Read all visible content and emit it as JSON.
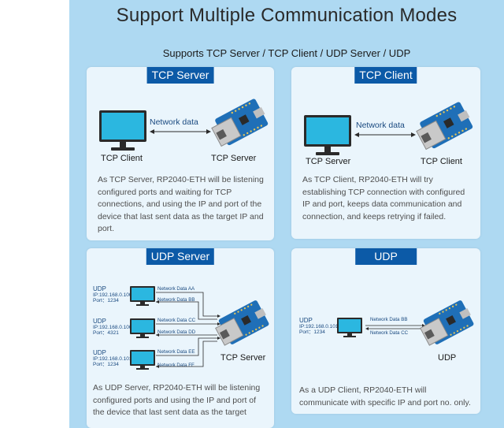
{
  "header": {
    "title": "Support Multiple Communication Modes",
    "subtitle": "Supports TCP Server / TCP Client / UDP Server / UDP"
  },
  "tcp_server": {
    "title": "TCP Server",
    "left_label": "TCP Client",
    "right_label": "TCP Server",
    "link_label": "Network data",
    "description": "As TCP Server, RP2040-ETH will be listening configured ports and waiting for TCP connections, and using the IP and port of the device that last sent data as the target IP and port."
  },
  "tcp_client": {
    "title": "TCP Client",
    "left_label": "TCP Server",
    "right_label": "TCP Client",
    "link_label": "Network data",
    "description": "As TCP Client, RP2040-ETH will try establishing TCP connection with configured IP and port, keeps data communication and connection, and keeps retrying if failed."
  },
  "udp_server": {
    "title": "UDP Server",
    "right_label": "TCP Server",
    "clients": [
      {
        "name": "UDP",
        "ip": "IP:192.168.0.100",
        "port": "Port：1234",
        "out": "Network Data AA",
        "in": "Network Data BB"
      },
      {
        "name": "UDP",
        "ip": "IP:192.168.0.100",
        "port": "Port：4321",
        "out": "Network Data CC",
        "in": "Network Data DD"
      },
      {
        "name": "UDP",
        "ip": "IP:192.168.0.101",
        "port": "Port：1234",
        "out": "Network Data EE",
        "in": "Network Data FF"
      }
    ],
    "description": "As UDP Server, RP2040-ETH will be listening configured ports and using the IP and port of the device that last sent data as the target"
  },
  "udp": {
    "title": "UDP",
    "client": {
      "name": "UDP",
      "ip": "IP:192.168.0.101",
      "port": "Port：1234"
    },
    "out": "Network Data BB",
    "in": "Network Data CC",
    "right_label": "UDP",
    "description": "As a UDP Client, RP2040-ETH will communicate with specific IP and port no. only."
  },
  "colors": {
    "background": "#aed9f2",
    "card": "#eaf5fc",
    "title_badge": "#0c5aa7",
    "monitor_screen": "#2bb7e0",
    "board": "#1f6fb7"
  }
}
